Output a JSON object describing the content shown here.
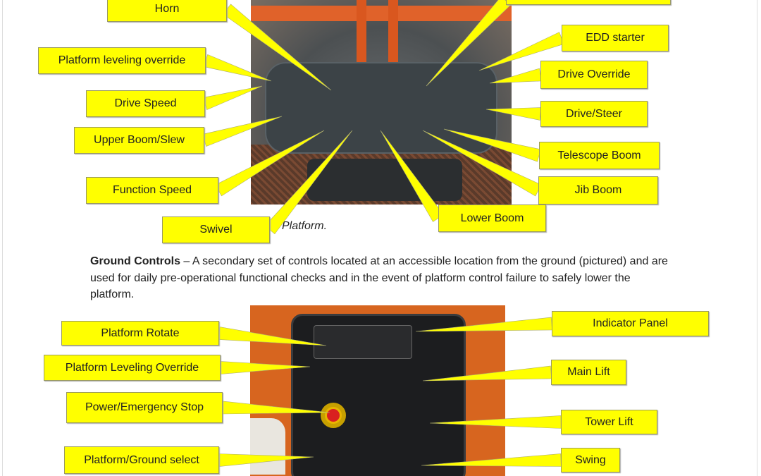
{
  "top_figure": {
    "caption": "Platform.",
    "labels": {
      "horn": "Horn",
      "top_right": "",
      "edd_starter": "EDD starter",
      "platform_leveling_override": "Platform leveling override",
      "drive_override": "Drive Override",
      "drive_speed": "Drive Speed",
      "drive_steer": "Drive/Steer",
      "upper_boom_slew": "Upper Boom/Slew",
      "telescope_boom": "Telescope Boom",
      "function_speed": "Function Speed",
      "jib_boom": "Jib Boom",
      "lower_boom": "Lower Boom",
      "swivel": "Swivel"
    }
  },
  "paragraph": {
    "term": "Ground Controls",
    "text": " – A secondary set of controls located at an accessible location from the ground (pictured) and are used for daily pre-operational functional checks and in the event of platform control failure to safely lower the platform."
  },
  "bottom_figure": {
    "labels": {
      "platform_rotate": "Platform Rotate",
      "platform_leveling_override": "Platform Leveling Override",
      "power_emergency_stop": "Power/Emergency Stop",
      "platform_ground_select": "Platform/Ground select",
      "indicator_panel": "Indicator Panel",
      "main_lift": "Main Lift",
      "tower_lift": "Tower Lift",
      "swing": "Swing"
    }
  },
  "colors": {
    "callout": "#ffff00",
    "machine": "#e0622a"
  }
}
